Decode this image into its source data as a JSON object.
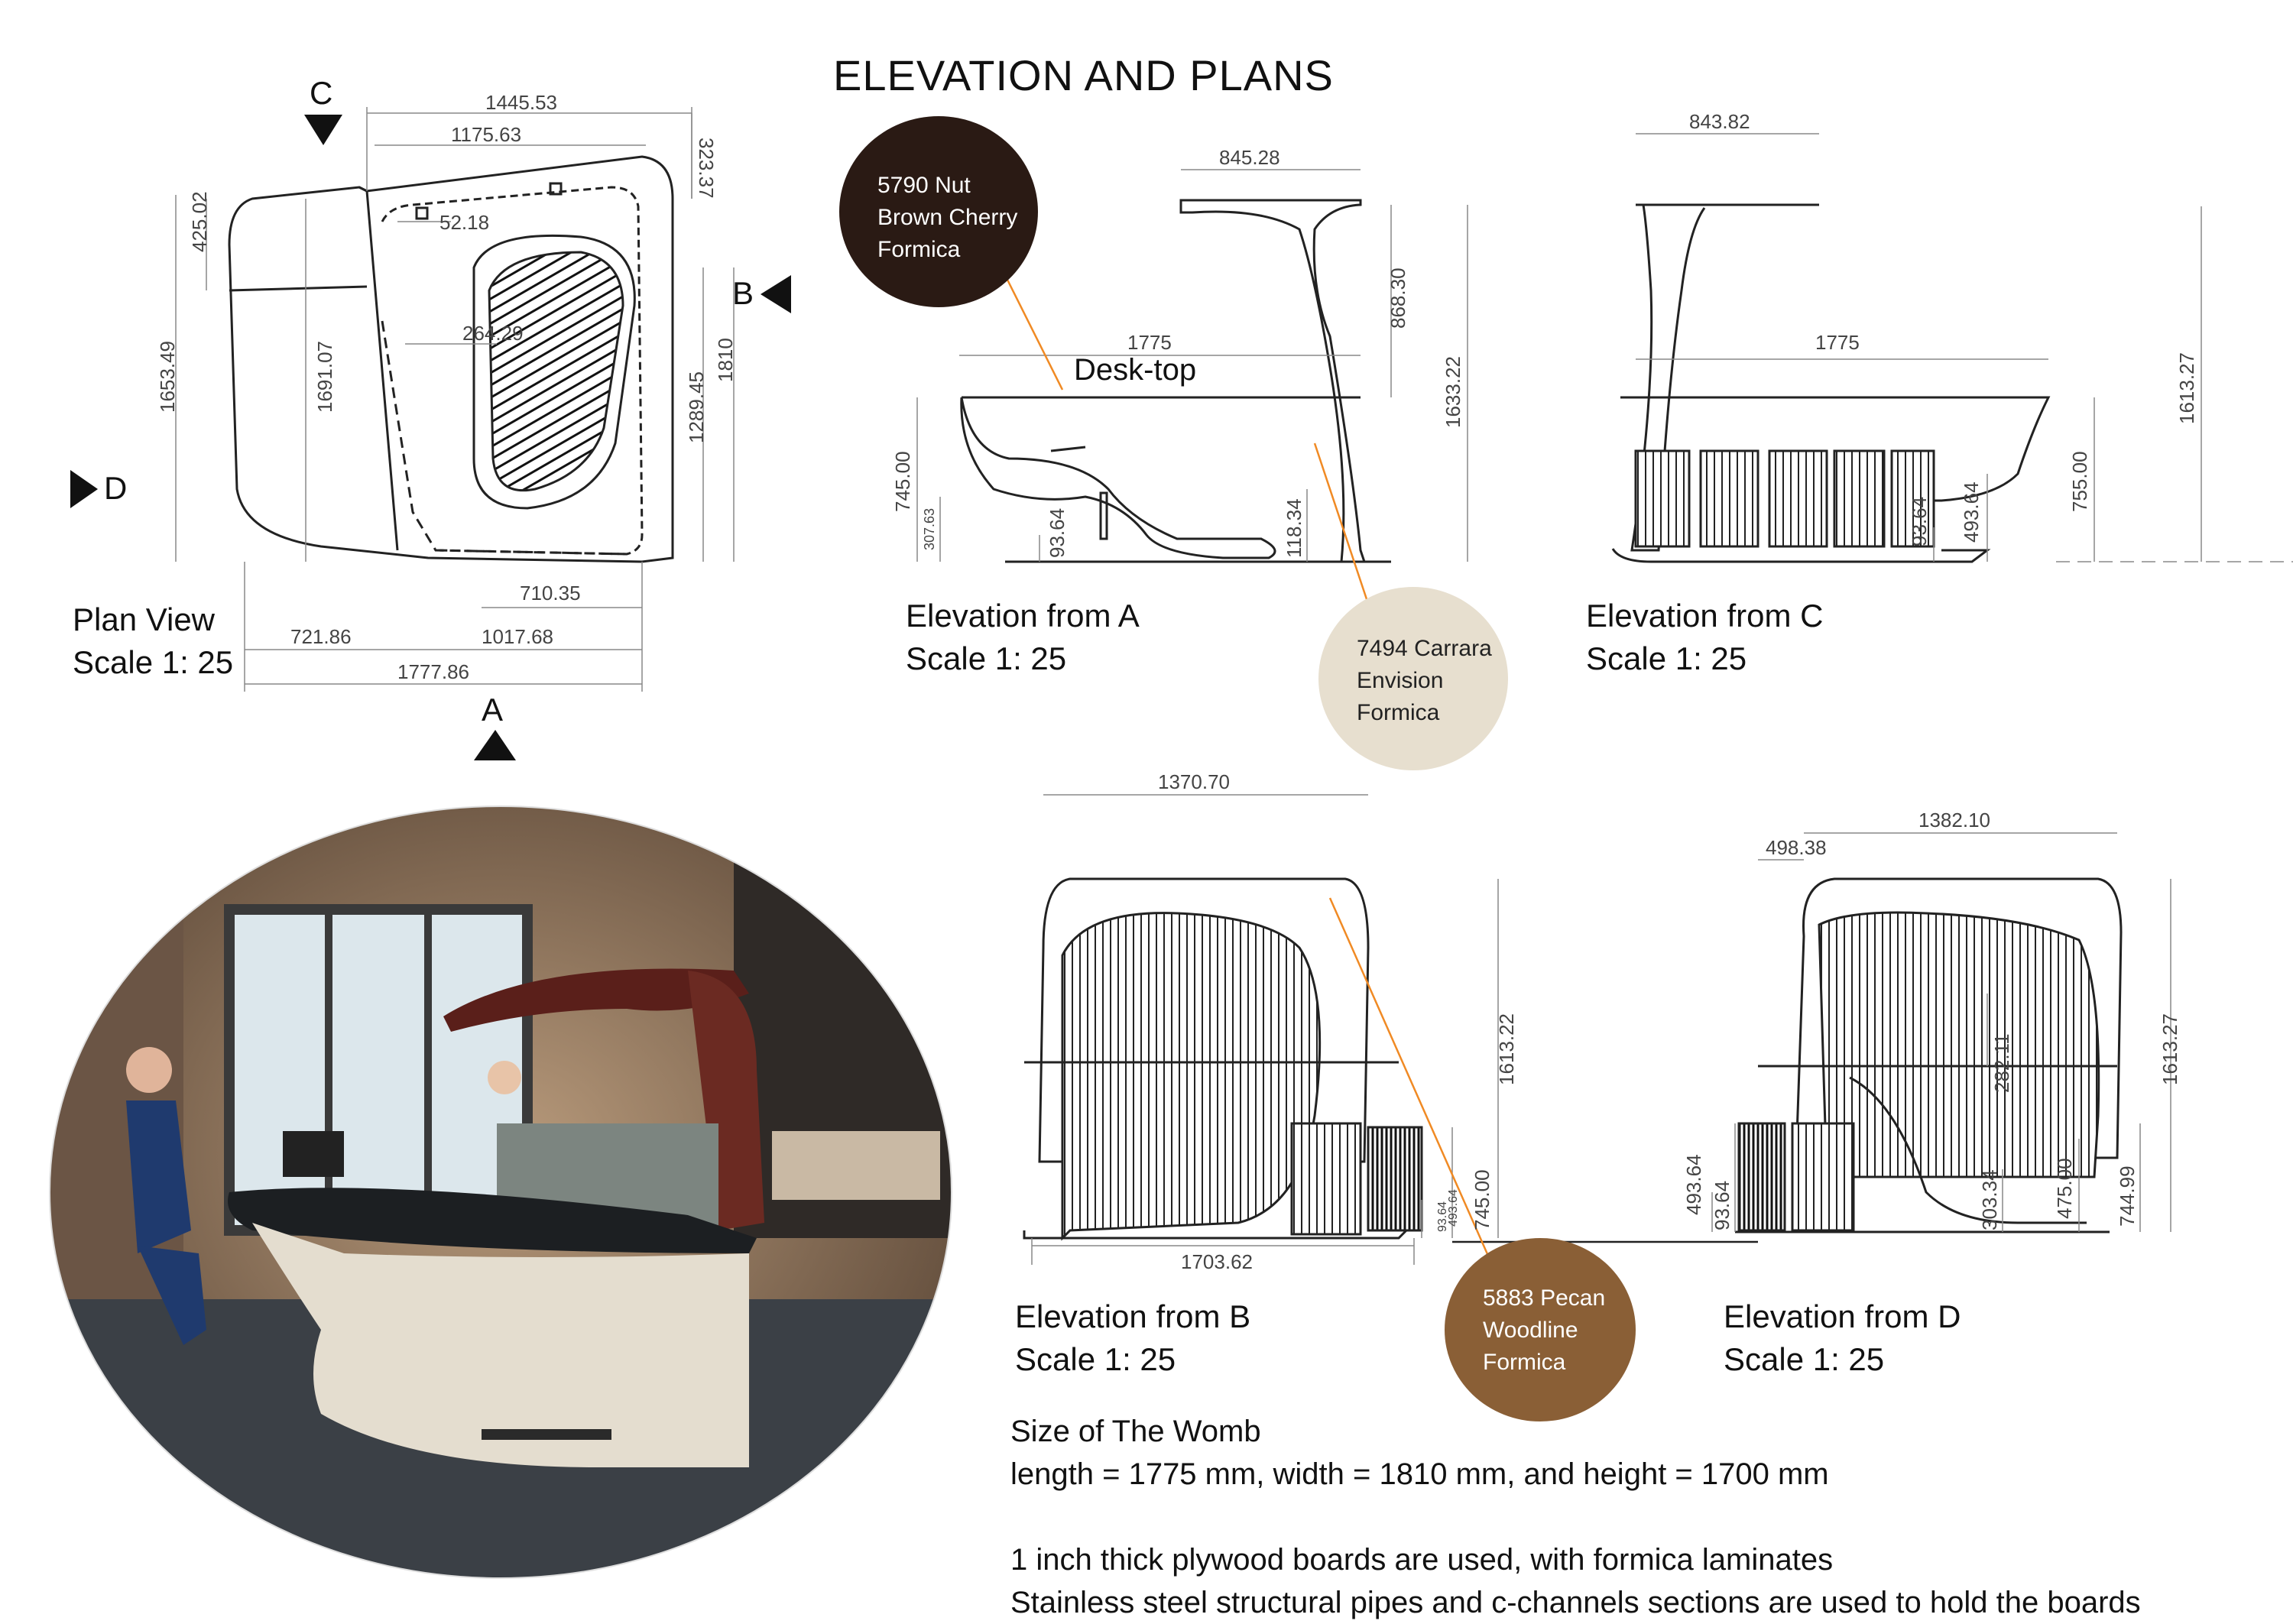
{
  "title": "ELEVATION AND PLANS",
  "plan": {
    "caption": "Plan View",
    "scale": "Scale 1: 25",
    "dims": [
      "1445.53",
      "1175.63",
      "323.37",
      "425.02",
      "52.18",
      "1653.49",
      "1691.07",
      "264.29",
      "1289.45",
      "1810",
      "710.35",
      "721.86",
      "1017.68",
      "1777.86"
    ],
    "markers": {
      "a": "A",
      "b": "B",
      "c": "C",
      "d": "D"
    }
  },
  "elev_a": {
    "caption": "Elevation from A",
    "scale": "Scale 1: 25",
    "desk_label": "Desk-top",
    "dims": [
      "845.28",
      "868.30",
      "1633.22",
      "1775",
      "745.00",
      "307.63",
      "93.64",
      "118.34"
    ]
  },
  "elev_c": {
    "caption": "Elevation from C",
    "scale": "Scale 1: 25",
    "dims": [
      "843.82",
      "1775",
      "1613.27",
      "755.00",
      "493.64",
      "93.64"
    ]
  },
  "elev_b": {
    "caption": "Elevation from B",
    "scale": "Scale 1: 25",
    "dims": [
      "1370.70",
      "1613.22",
      "745.00",
      "493.64",
      "93.64",
      "1703.62"
    ]
  },
  "elev_d": {
    "caption": "Elevation from D",
    "scale": "Scale 1: 25",
    "dims": [
      "498.38",
      "1382.10",
      "1613.27",
      "282.11",
      "493.64",
      "93.64",
      "303.34",
      "475.00",
      "744.99"
    ]
  },
  "materials": [
    {
      "name": "5790 Nut Brown Cherry Formica",
      "lines": [
        "5790 Nut",
        "Brown Cherry",
        "Formica"
      ],
      "color": "#2a1a14",
      "text_color": "#ffffff"
    },
    {
      "name": "7494 Carrara Envision Formica",
      "lines": [
        "7494 Carrara",
        "Envision",
        "Formica"
      ],
      "color": "#e7dfcf",
      "text_color": "#222222"
    },
    {
      "name": "5883 Pecan Woodline Formica",
      "lines": [
        "5883 Pecan",
        "Woodline",
        "Formica"
      ],
      "color": "#8a5f36",
      "text_color": "#ffffff"
    }
  ],
  "notes": {
    "size_heading": "Size of The Womb",
    "size_values": "length = 1775 mm, width = 1810 mm, and height = 1700 mm",
    "material_note": "1 inch thick plywood boards are used, with formica laminates",
    "structure_note": "Stainless steel structural pipes and c-channels sections are used to hold the boards"
  },
  "colors": {
    "leader": "#f08a24",
    "line": "#222222",
    "dim": "#888888"
  }
}
